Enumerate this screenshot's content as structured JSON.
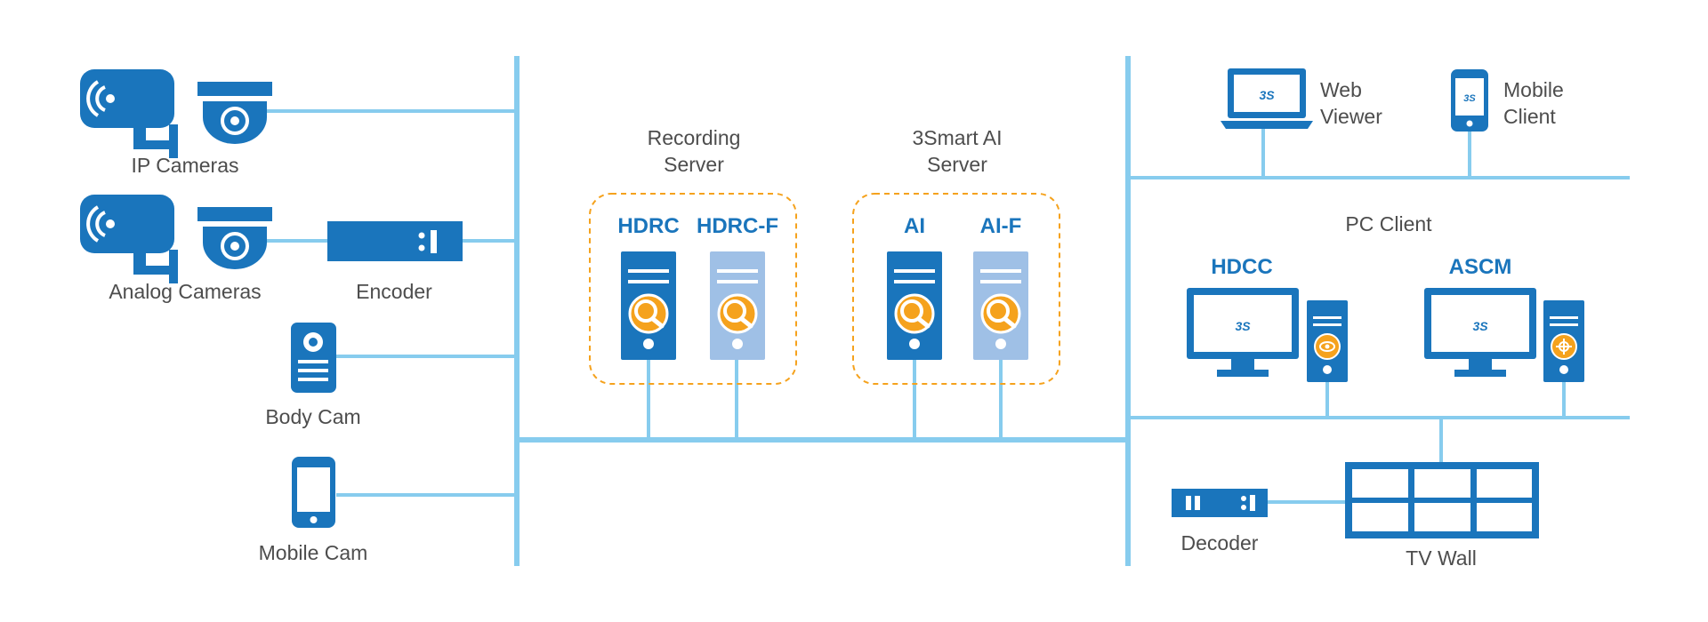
{
  "colors": {
    "line": "#87ccee",
    "device": "#1a75bc",
    "light": "#9fc0e6",
    "accent": "#f5a21d",
    "text": "#4d4d4d",
    "dash": "#f5a21d"
  },
  "sources": {
    "ip_cameras": "IP Cameras",
    "analog_cameras": "Analog Cameras",
    "encoder": "Encoder",
    "body_cam": "Body Cam",
    "mobile_cam": "Mobile Cam"
  },
  "servers": {
    "recording": {
      "title": [
        "Recording",
        "Server"
      ],
      "items": [
        "HDRC",
        "HDRC-F"
      ]
    },
    "ai": {
      "title": [
        "3Smart AI",
        "Server"
      ],
      "items": [
        "AI",
        "AI-F"
      ]
    }
  },
  "clients": {
    "web_viewer": [
      "Web",
      "Viewer"
    ],
    "mobile_client": [
      "Mobile",
      "Client"
    ],
    "pc_client": "PC Client",
    "hdcc": "HDCC",
    "ascm": "ASCM",
    "decoder": "Decoder",
    "tv_wall": "TV Wall",
    "brand_logo": "3S"
  },
  "icons": [
    "bullet-camera-icon",
    "dome-camera-icon",
    "encoder-icon",
    "body-cam-icon",
    "mobile-phone-icon",
    "server-icon",
    "laptop-icon",
    "monitor-icon",
    "decoder-icon",
    "tv-wall-icon"
  ]
}
